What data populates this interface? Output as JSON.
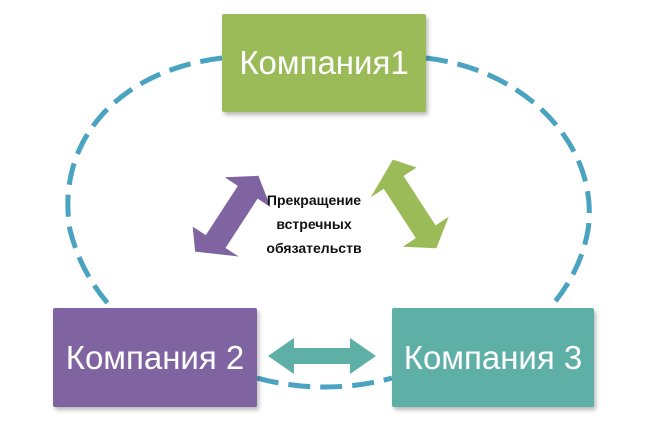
{
  "colors": {
    "company1": "#9bbb59",
    "company2": "#8064a2",
    "company3": "#4bacc6",
    "company3_fill": "#5eb0a6",
    "arrow_left": "#8064a2",
    "arrow_right": "#9bbb59",
    "arrow_bottom": "#5eb0a6",
    "dashes": "#4aa3c0"
  },
  "nodes": {
    "company1": {
      "label": "Компания1"
    },
    "company2": {
      "label": "Компания 2"
    },
    "company3": {
      "label": "Компания 3"
    }
  },
  "center_label": {
    "lines": [
      "Прекращение",
      "встречных",
      "обязательств"
    ]
  }
}
